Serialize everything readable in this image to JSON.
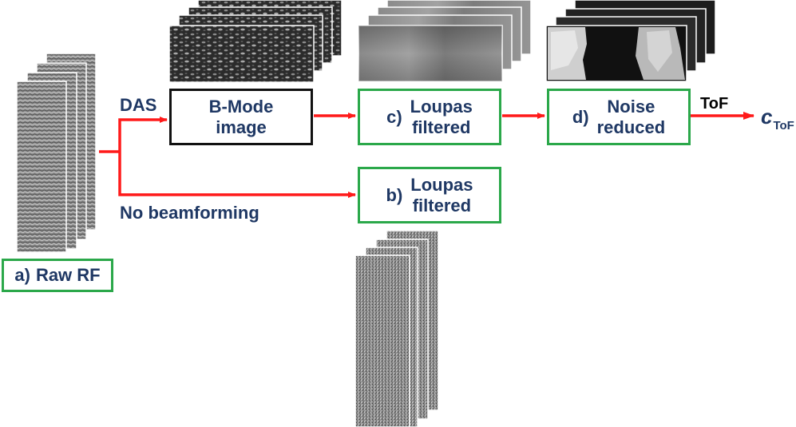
{
  "colors": {
    "arrow": "#ff1a1a",
    "green_border": "#2ba84a",
    "black_border": "#111111",
    "text": "#1f3864"
  },
  "boxes": {
    "raw_rf": {
      "label": "a)",
      "text": "Raw RF"
    },
    "bmode": {
      "text": "B-Mode\nimage"
    },
    "loupas_c": {
      "label": "c)",
      "text": "Loupas\nfiltered"
    },
    "loupas_b": {
      "label": "b)",
      "text": "Loupas\nfiltered"
    },
    "noise": {
      "label": "d)",
      "text": "Noise\nreduced"
    }
  },
  "edge_labels": {
    "das": "DAS",
    "no_beamforming": "No beamforming",
    "tof": "ToF"
  },
  "output": {
    "symbol": "c",
    "subscript": "ToF"
  },
  "image_stacks": {
    "raw_rf": "raw RF channel data stack",
    "bmode": "B-mode image stack",
    "loupas_c": "Loupas filtered image stack",
    "noise": "noise reduced image stack",
    "loupas_b": "Loupas filtered RF stack"
  }
}
